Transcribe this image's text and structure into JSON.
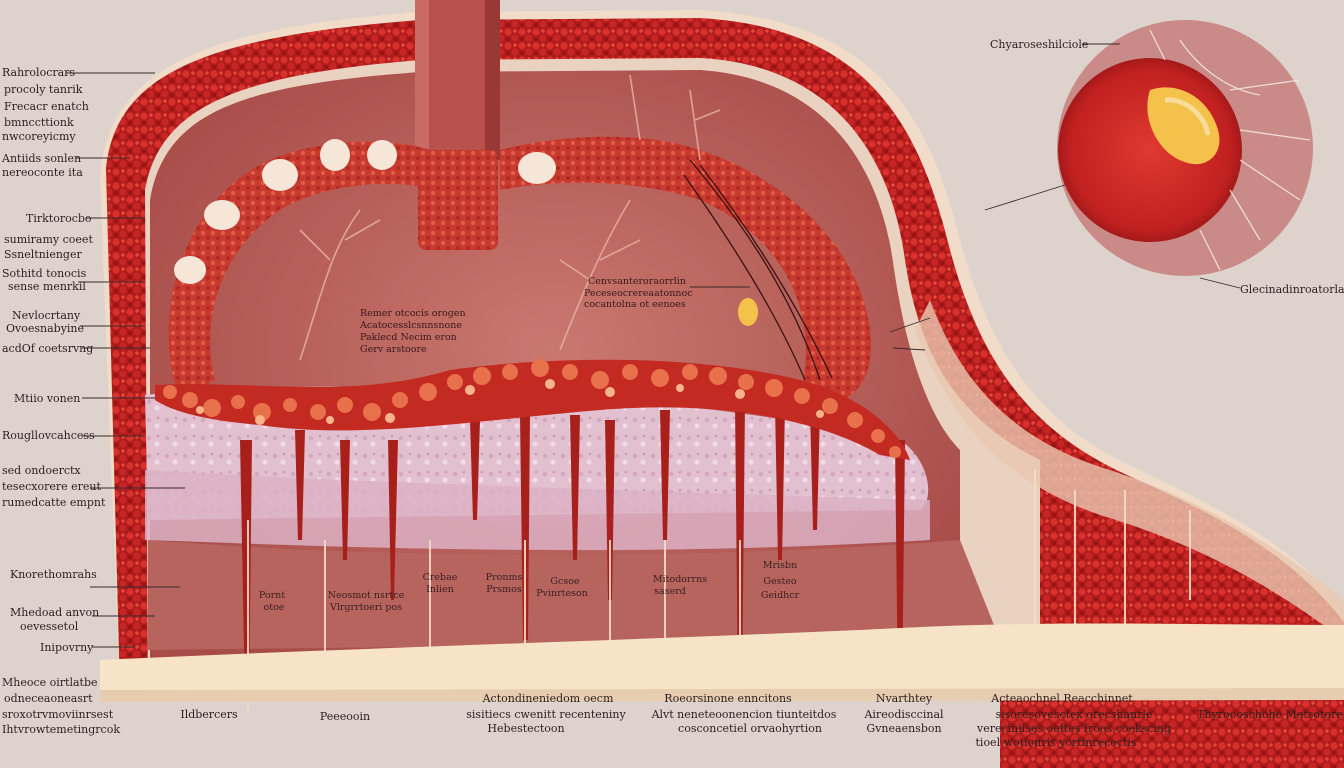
{
  "labels_left": [
    "Rahrolocrars",
    "procoly tanrik",
    "Frecacr enatch",
    "bmnccttionk",
    "nwcoreyicmy",
    "Antiids sonlen",
    "nereoconte ita",
    "Tirktorocbo",
    "sumiramy coeet",
    "Ssneltnienger",
    "Sothitd tonocis",
    "sense menrkil",
    "Nevlocrtany",
    "Ovoesnabyine",
    "acdOf coetsrvng",
    "Mtiio vonen",
    "Rougllovcahcess",
    "sed ondoerctx",
    "tesecxorere ereut",
    "rumedcatte empnt",
    "Knorethomrahs",
    "Mhedoad anvon",
    "oevessetol",
    "Inipovrny",
    "Mheoce oirtlatbe",
    "odneceaoneasrt",
    "sroxotrvmoviinrsest",
    "Ihtvrowtemetingrcok"
  ],
  "labels_right": [
    "Chyaroseshilciole",
    "Glecinadinroatorlamrt"
  ],
  "labels_inner": [
    "Cenvsanteroraorrlin",
    "Peceseocrereaatonnoc",
    "cocantolna ot eenoes",
    "Remer otcocis orogen",
    "Acatocesslcsnnsnone",
    "Paklecd Necim eron",
    "Gerv arstoore"
  ],
  "labels_mid": [
    "Pornt",
    "otoe",
    "Neosmot nsrtce",
    "Vlrgrrtoeri pos",
    "Crebae",
    "Inlien",
    "Pronms",
    "Prsmos",
    "Gcsoe",
    "Pvinrteson",
    "Mitodorrns",
    "saserd",
    "Mrisbn",
    "Gesteo",
    "Geidhcr"
  ],
  "labels_bottom": [
    "Ildbercers",
    "Peeeooin",
    "Actondineniedom oecm",
    "sisitiecs cwenitt recenteniny",
    "Hebestectoon",
    "Roeorsinone enncitons",
    "Alvt neneteoonencion tiunteitdos",
    "cosconcetiel orvaohyrtion",
    "Nvarthtey",
    "Aireodisccinal",
    "Gvneaensbon",
    "Acteaochnel Reacchinnet",
    "sisoresovesctex orecshanrle",
    "vereciniises oeftes froos coekscing",
    "tioel wotionris yortinrecectis",
    "Thyroooschohe Metsotore"
  ],
  "colors": {
    "background": "#ddd2cc",
    "tissue_red": "#b52a2a",
    "cell_red": "#c81e1e",
    "muscle": "#b85c58",
    "fat_yellow": "#f4c24a",
    "mucosa_lilac": "#e6c5d2",
    "base_cream": "#f7e4c6"
  }
}
